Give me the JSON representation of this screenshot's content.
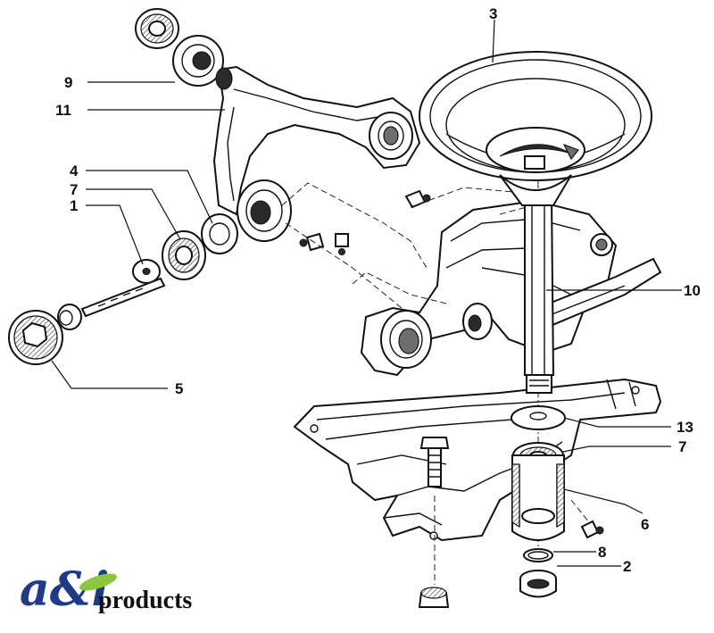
{
  "figure": {
    "callouts": [
      {
        "id": "callout-1",
        "label": "1"
      },
      {
        "id": "callout-2",
        "label": "2"
      },
      {
        "id": "callout-3",
        "label": "3"
      },
      {
        "id": "callout-4",
        "label": "4"
      },
      {
        "id": "callout-5",
        "label": "5"
      },
      {
        "id": "callout-6",
        "label": "6"
      },
      {
        "id": "callout-7-left",
        "label": "7"
      },
      {
        "id": "callout-7-right",
        "label": "7"
      },
      {
        "id": "callout-8",
        "label": "8"
      },
      {
        "id": "callout-9",
        "label": "9"
      },
      {
        "id": "callout-10",
        "label": "10"
      },
      {
        "id": "callout-11",
        "label": "11"
      },
      {
        "id": "callout-13",
        "label": "13"
      }
    ]
  },
  "logo": {
    "mark": "a&i",
    "word": "products",
    "colors": {
      "primary": "#1f3a8a",
      "leaf": "#8cc63f",
      "ink": "#111111"
    }
  }
}
